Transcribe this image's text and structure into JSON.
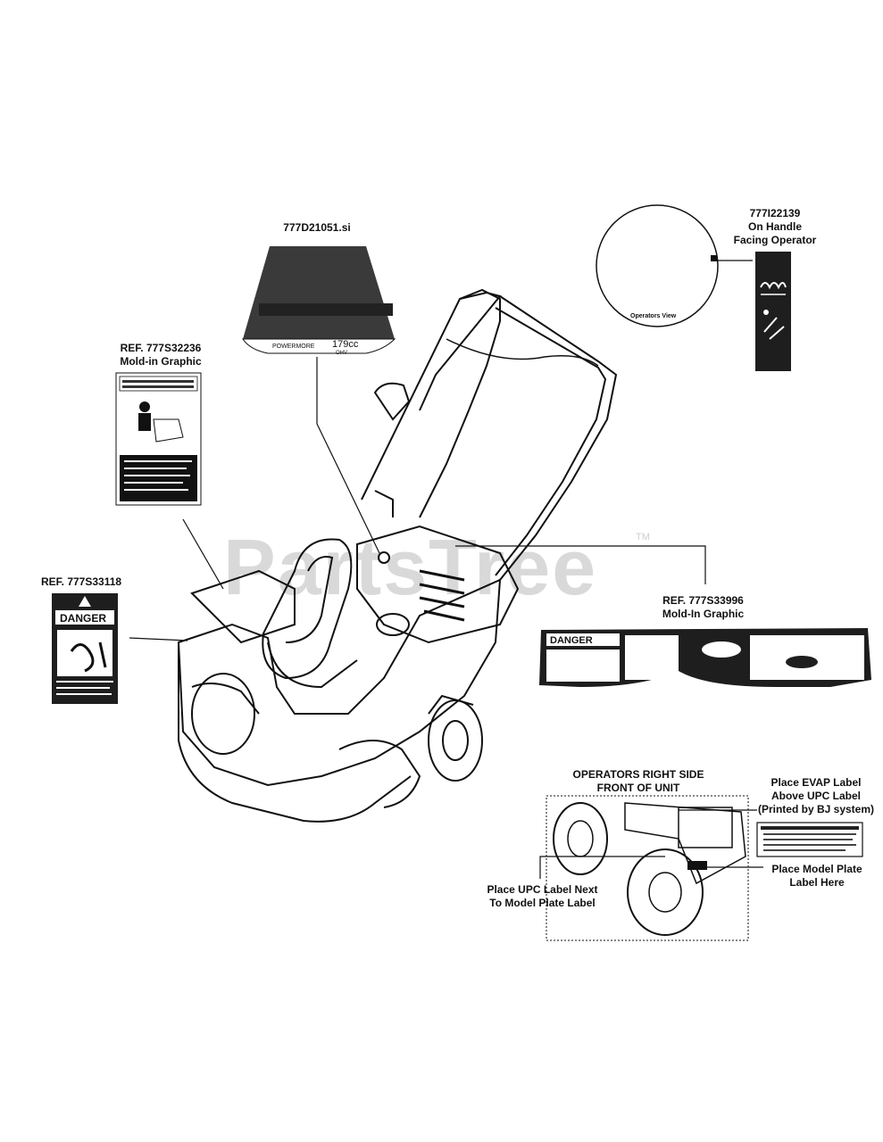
{
  "watermark": {
    "text": "PartsTree",
    "tm": "TM"
  },
  "labels": {
    "top_decal": "777D21051.si",
    "handle": {
      "line1": "777I22139",
      "line2": "On Handle",
      "line3": "Facing Operator",
      "circle_caption": "Operators View"
    },
    "left_mold": {
      "line1": "REF. 777S32236",
      "line2": "Mold-in Graphic"
    },
    "left_danger": {
      "line1": "REF.  777S33118",
      "badge": "DANGER"
    },
    "right_mold": {
      "line1": "REF. 777S33996",
      "line2": "Mold-In Graphic",
      "badge": "DANGER"
    },
    "inset_title": {
      "line1": "OPERATORS RIGHT SIDE",
      "line2": "FRONT OF UNIT"
    },
    "evap": {
      "line1": "Place EVAP Label",
      "line2": "Above UPC Label",
      "line3": "(Printed by BJ system)"
    },
    "model_plate": {
      "line1": "Place Model Plate",
      "line2": "Label Here"
    },
    "upc": {
      "line1": "Place UPC Label Next",
      "line2": "To Model Plate Label"
    },
    "engine_decal": {
      "brand": "POWERMORE",
      "cc": "179cc",
      "ohv": "OHV"
    }
  },
  "colors": {
    "line": "#111111",
    "watermark": "#d9d9d9",
    "decal_dark": "#2a2a2a"
  }
}
